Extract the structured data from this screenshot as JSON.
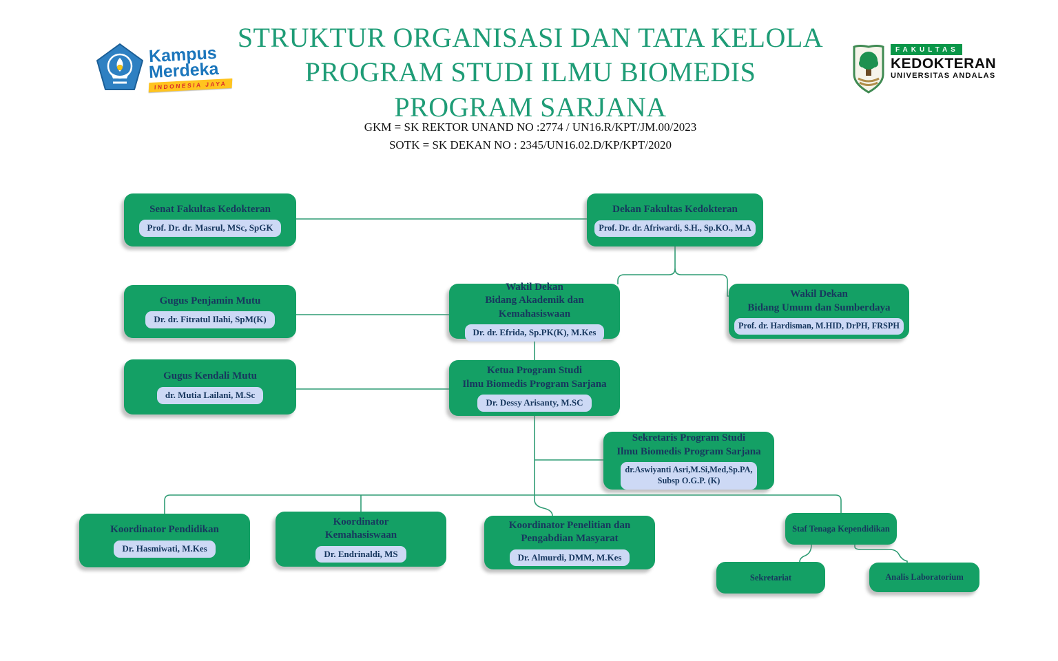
{
  "header": {
    "title_lines": [
      "STRUKTUR ORGANISASI DAN TATA KELOLA",
      "PROGRAM STUDI ILMU BIOMEDIS",
      "PROGRAM SARJANA"
    ],
    "subtitle_lines": [
      "GKM = SK REKTOR UNAND NO :2774 / UN16.R/KPT/JM.00/2023",
      "SOTK = SK DEKAN NO : 2345/UN16.02.D/KP/KPT/2020"
    ],
    "logo_kampus_merdeka": {
      "word1": "Kampus",
      "word2": "Merdeka",
      "banner": "INDONESIA JAYA"
    },
    "logo_unand": {
      "line1": "FAKULTAS",
      "line2": "KEDOKTERAN",
      "line3": "UNIVERSITAS ANDALAS"
    }
  },
  "colors": {
    "box_green": "#14a065",
    "name_box_blue": "#cdd9f5",
    "text_navy": "#17375e",
    "title_green": "#1e9c76",
    "connector_green": "#2f9c74"
  },
  "nodes": {
    "senat": {
      "title": "Senat Fakultas Kedokteran",
      "name": "Prof. Dr. dr. Masrul, MSc, SpGK"
    },
    "dekan": {
      "title": "Dekan Fakultas Kedokteran",
      "name": "Prof. Dr. dr. Afriwardi, S.H., Sp.KO., M.A"
    },
    "gugus_penjamin": {
      "title": "Gugus Penjamin Mutu",
      "name": "Dr. dr. Fitratul Ilahi, SpM(K)"
    },
    "wakil_akademik": {
      "title": "Wakil Dekan\nBidang Akademik dan Kemahasiswaan",
      "name": "Dr. dr. Efrida, Sp.PK(K), M.Kes"
    },
    "wakil_umum": {
      "title": "Wakil Dekan\nBidang Umum dan Sumberdaya",
      "name": "Prof. dr. Hardisman, M.HID, DrPH, FRSPH"
    },
    "gugus_kendali": {
      "title": "Gugus Kendali Mutu",
      "name": "dr. Mutia Lailani, M.Sc"
    },
    "ketua": {
      "title": "Ketua Program Studi\nIlmu Biomedis Program Sarjana",
      "name": "Dr. Dessy Arisanty, M.SC"
    },
    "sekretaris": {
      "title": "Sekretaris Program Studi\nIlmu Biomedis Program Sarjana",
      "name": "dr.Aswiyanti Asri,M.Si,Med,Sp.PA,\nSubsp O.G.P. (K)"
    },
    "koor_pendidikan": {
      "title": "Koordinator Pendidikan",
      "name": "Dr. Hasmiwati, M.Kes"
    },
    "koor_kemahasiswaan": {
      "title": "Koordinator\nKemahasiswaan",
      "name": "Dr. Endrinaldi, MS"
    },
    "koor_penelitian": {
      "title": "Koordinator Penelitian dan\nPengabdian Masyarat",
      "name": "Dr. Almurdi, DMM, M.Kes"
    },
    "staf_tendik": {
      "title": "Staf Tenaga Kependidikan"
    },
    "sekretariat": {
      "title": "Sekretariat"
    },
    "analis": {
      "title": "Analis Laboratorium"
    }
  }
}
